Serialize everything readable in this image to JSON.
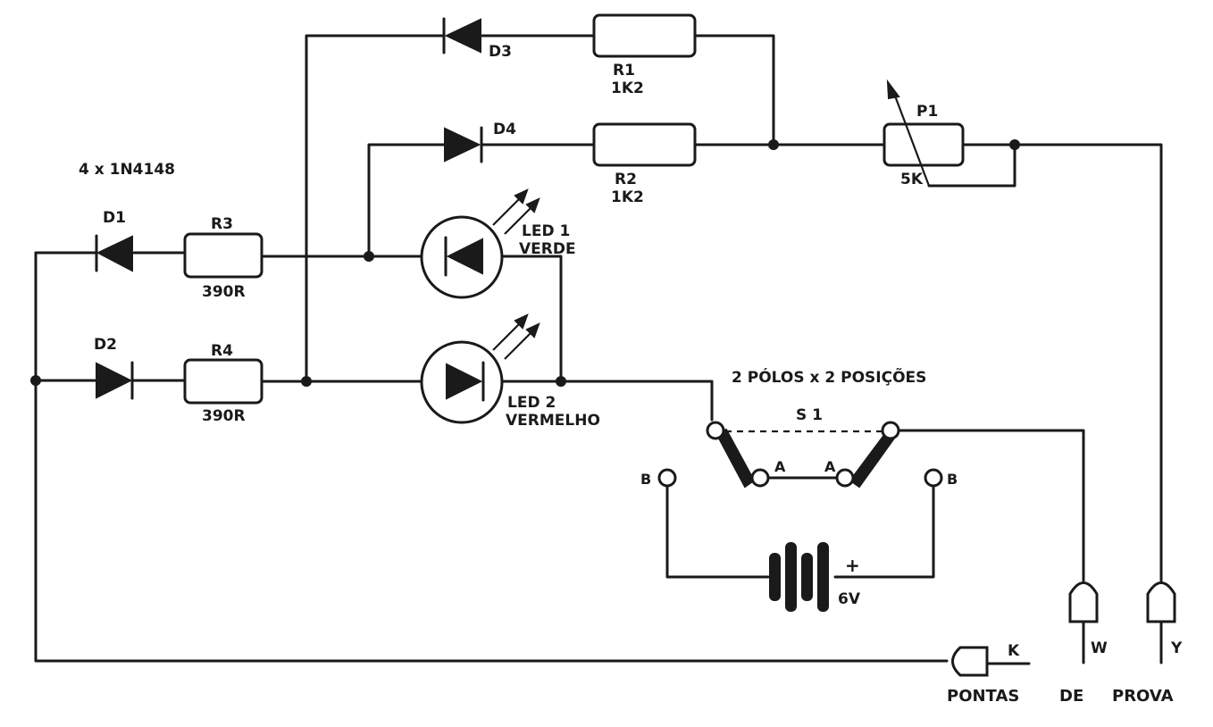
{
  "diagram": {
    "labels": {
      "diode_note": "4 x 1N4148",
      "d1": "D1",
      "d2": "D2",
      "d3": "D3",
      "d4": "D4",
      "r1": "R1",
      "r1_value": "1K2",
      "r2": "R2",
      "r2_value": "1K2",
      "r3": "R3",
      "r3_value": "390R",
      "r4": "R4",
      "r4_value": "390R",
      "p1": "P1",
      "p1_value": "5K",
      "led1": "LED 1",
      "led1_color": "VERDE",
      "led2": "LED 2",
      "led2_color": "VERMELHO",
      "switch_desc": "2 PÓLOS x 2 POSIÇÕES",
      "s1": "S 1",
      "pos_a_left": "A",
      "pos_a_right": "A",
      "pos_b_left": "B",
      "pos_b_right": "B",
      "battery_plus": "+",
      "battery_voltage": "6V",
      "probe_k": "K",
      "probe_w": "W",
      "probe_y": "Y",
      "probes_word1": "PONTAS",
      "probes_word2": "DE",
      "probes_word3": "PROVA"
    }
  }
}
